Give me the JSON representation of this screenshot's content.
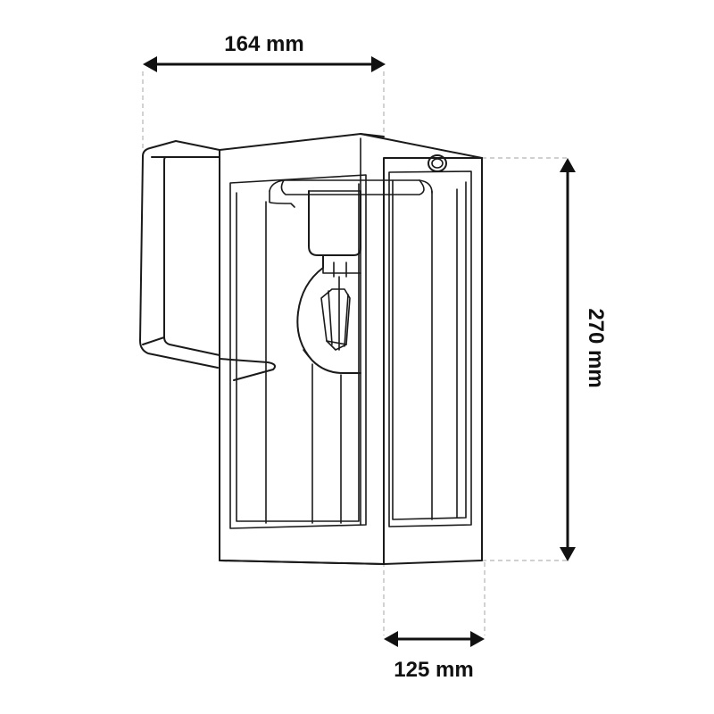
{
  "dimensions": {
    "width": "164 mm",
    "height": "270 mm",
    "depth": "125 mm"
  },
  "colors": {
    "line": "#1a1a1a",
    "extension": "#b5b5b5",
    "text": "#111111",
    "background": "#ffffff"
  }
}
